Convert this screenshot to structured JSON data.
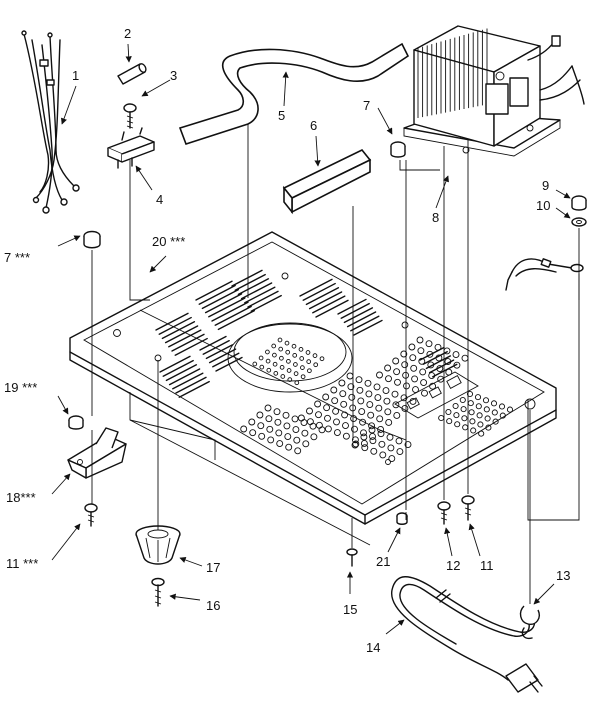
{
  "callouts": {
    "c1": "1",
    "c2": "2",
    "c3": "3",
    "c4": "4",
    "c5": "5",
    "c6": "6",
    "c7": "7",
    "c7b": "7 ***",
    "c8": "8",
    "c9": "9",
    "c10": "10",
    "c11": "11",
    "c11b": "11 ***",
    "c12": "12",
    "c13": "13",
    "c14": "14",
    "c15": "15",
    "c16": "16",
    "c17": "17",
    "c18": "18***",
    "c19": "19 ***",
    "c20": "20 ***",
    "c21": "21"
  }
}
